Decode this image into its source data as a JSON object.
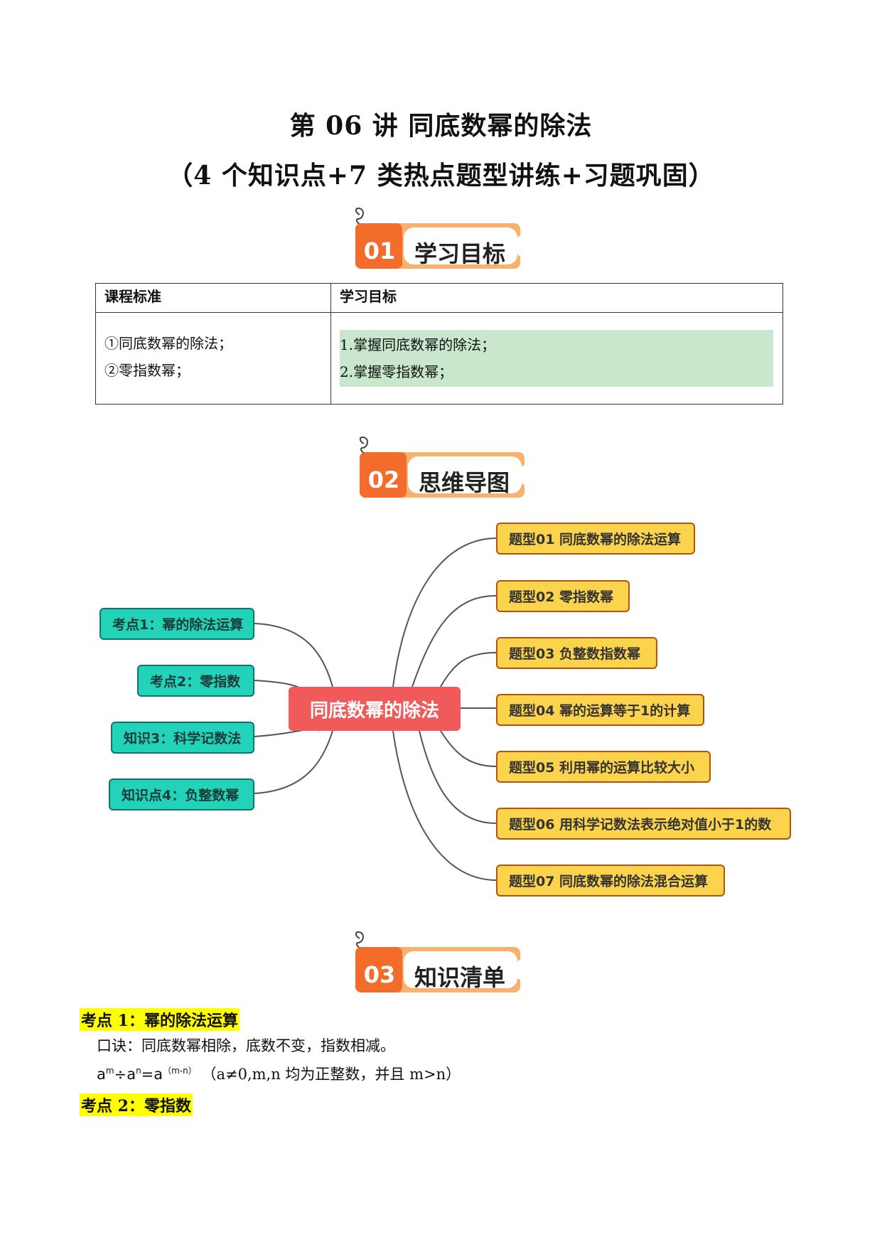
{
  "header": {
    "title": "第 06 讲  同底数幂的除法",
    "subtitle": "（4 个知识点+7 类热点题型讲练+习题巩固）"
  },
  "sections": [
    {
      "num": "01",
      "label": "学习目标"
    },
    {
      "num": "02",
      "label": "思维导图"
    },
    {
      "num": "03",
      "label": "知识清单"
    }
  ],
  "objectives_table": {
    "headers": [
      "课程标准",
      "学习目标"
    ],
    "standards": [
      "①同底数幂的除法；",
      "②零指数幂；"
    ],
    "goals": [
      "1.掌握同底数幂的除法；",
      "2.掌握零指数幂；"
    ]
  },
  "mindmap": {
    "center": "同底数幂的除法",
    "left": [
      "考点1：幂的除法运算",
      "考点2：零指数",
      "知识3：科学记数法",
      "知识点4：负整数幂"
    ],
    "right": [
      "题型01  同底数幂的除法运算",
      "题型02  零指数幂",
      "题型03  负整数指数幂",
      "题型04  幂的运算等于1的计算",
      "题型05  利用幂的运算比较大小",
      "题型06  用科学记数法表示绝对值小于1的数",
      "题型07  同底数幂的除法混合运算"
    ],
    "colors": {
      "center": "#f05a5a",
      "left": "#22d3b9",
      "right": "#fcd34d"
    }
  },
  "knowledge": {
    "kp1_title": "考点 1：幂的除法运算",
    "kp1_rhyme": "口诀：同底数幂相除，底数不变，指数相减。",
    "formula": {
      "base1": "a",
      "exp1": "m",
      "op": "÷",
      "base2": "a",
      "exp2": "n",
      "eq": "=a",
      "exp3": "（m-n）",
      "condition": "（a≠0,m,n 均为正整数，并且 m>n）"
    },
    "kp2_title": "考点 2：零指数"
  }
}
